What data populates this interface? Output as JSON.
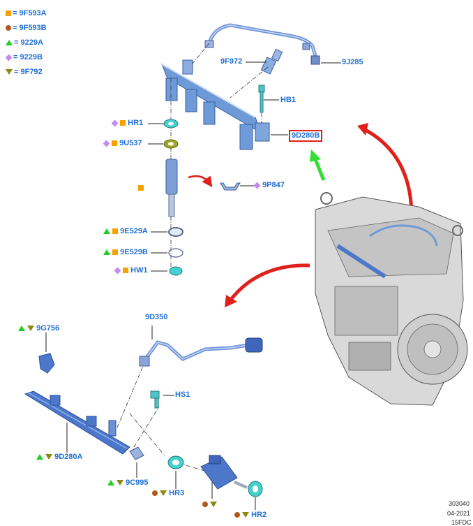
{
  "colors": {
    "label": "#1f6fd6",
    "square": "#f5a100",
    "circle": "#b05a1a",
    "triangle_up": "#22cc22",
    "diamond": "#c58af0",
    "triangle_down": "#8a8a10",
    "arrow_red": "#e0201b",
    "arrow_green": "#33dd33",
    "part_blue": "#4d78c9",
    "part_cyan": "#3fc4c4"
  },
  "legend": [
    {
      "marker": "square",
      "text": "= 9F593A"
    },
    {
      "marker": "circle",
      "text": "= 9F593B"
    },
    {
      "marker": "triangle-up",
      "text": "= 9229A"
    },
    {
      "marker": "diamond",
      "text": "= 9229B"
    },
    {
      "marker": "triangle-down",
      "text": "= 9F792"
    }
  ],
  "labels": {
    "p9J285": "9J285",
    "p9F972": "9F972",
    "pHB1": "HB1",
    "p9D280B": "9D280B",
    "pHR1": "HR1",
    "p9U537": "9U537",
    "p9P847": "9P847",
    "p9E529A": "9E529A",
    "p9E529B": "9E529B",
    "pHW1": "HW1",
    "p9G756": "9G756",
    "p9D350": "9D350",
    "pHS1": "HS1",
    "p9D280A": "9D280A",
    "p9C995": "9C995",
    "pHR3": "HR3",
    "pHR2": "HR2"
  },
  "footer": {
    "line1": "303040",
    "line2": "04-2021",
    "line3": "15FDC"
  }
}
